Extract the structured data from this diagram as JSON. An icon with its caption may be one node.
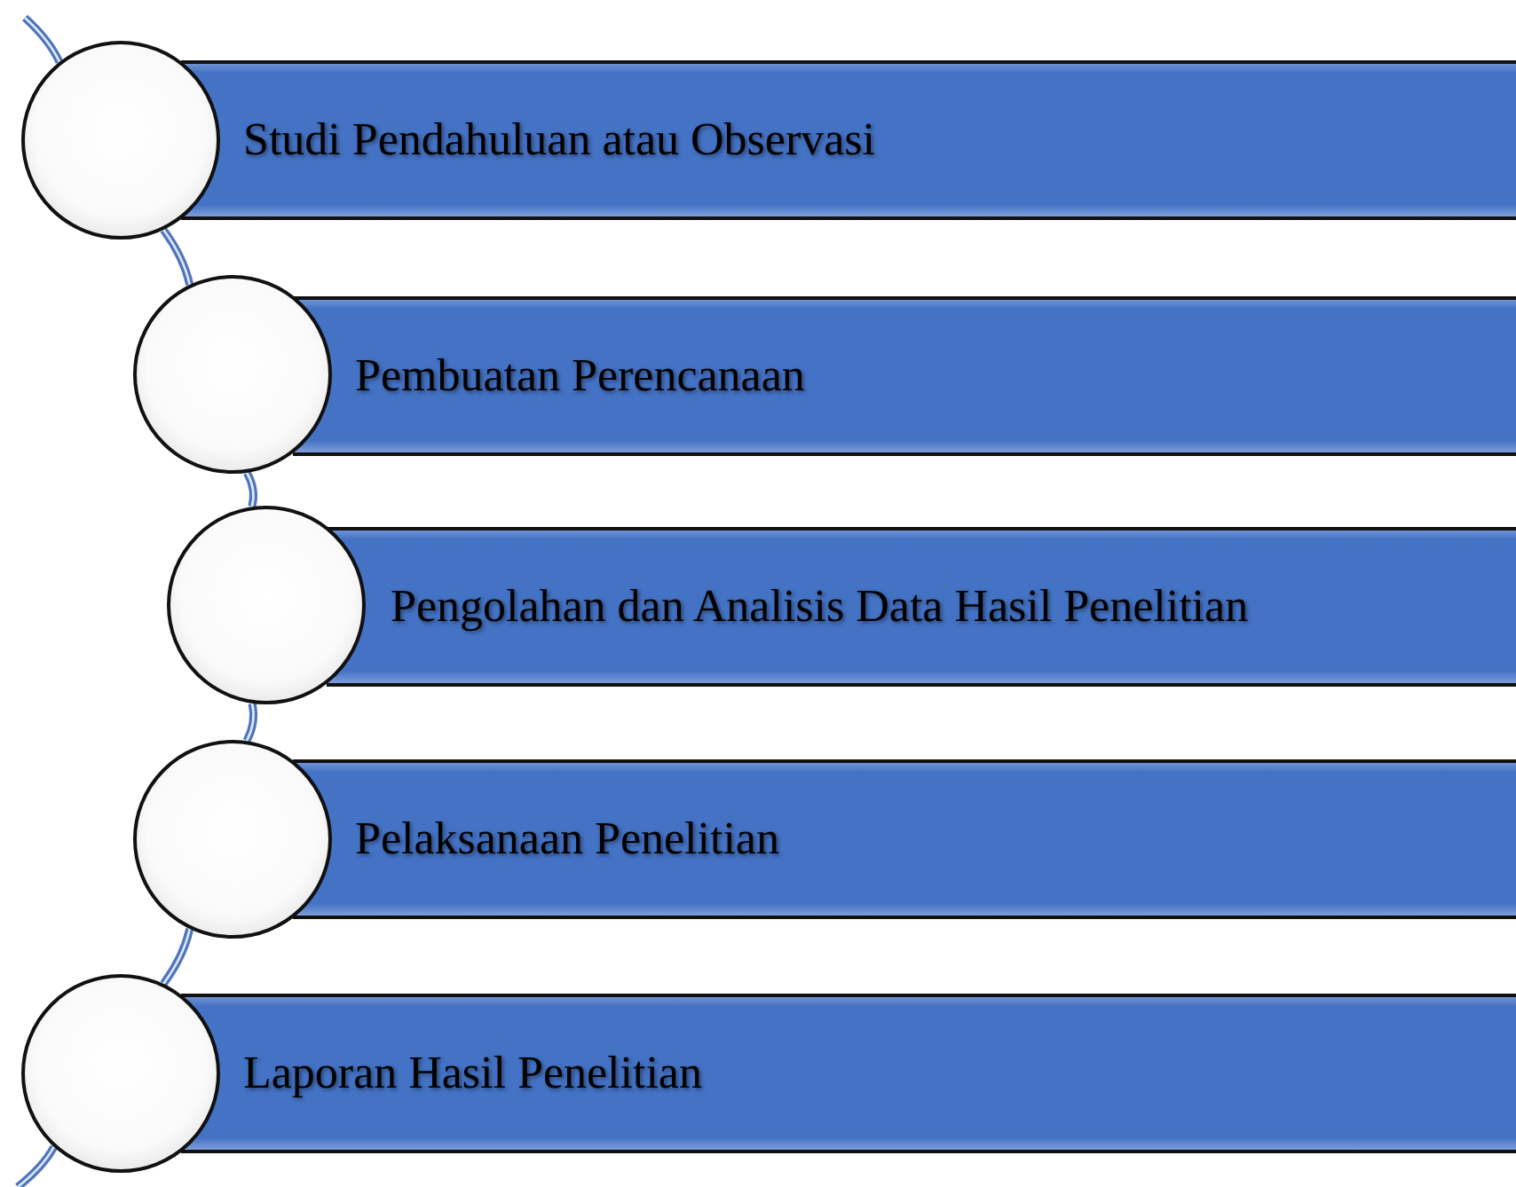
{
  "diagram": {
    "nodes": [
      {
        "text": [],
        "shape": "circle"
      },
      {
        "text": [
          "Studi Pendahuluan atau Observasi"
        ]
      },
      {
        "text": [],
        "shape": "circle"
      },
      {
        "text": [
          "Pembuatan Perencanaan"
        ]
      },
      {
        "text": [],
        "shape": "circle"
      },
      {
        "text": [
          "Pengolahan dan Analisis Data Hasil Penelitian"
        ]
      },
      {
        "text": [],
        "shape": "circle"
      },
      {
        "text": [
          "Pelaksanaan Penelitian"
        ]
      },
      {
        "text": [],
        "shape": "circle"
      },
      {
        "text": [
          "Laporan Hasil Penelitian"
        ]
      }
    ],
    "edges": [
      {
        "from": null,
        "to": 0,
        "arrow": "none"
      },
      {
        "from": 0,
        "to": 2,
        "arrow": "none"
      },
      {
        "from": 2,
        "to": 4,
        "arrow": "none"
      },
      {
        "from": 4,
        "to": 6,
        "arrow": "none"
      },
      {
        "from": 6,
        "to": 8,
        "arrow": "none"
      },
      {
        "from": 8,
        "to": null,
        "arrow": "none"
      }
    ]
  }
}
